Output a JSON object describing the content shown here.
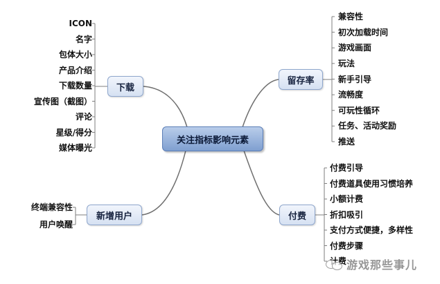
{
  "center": {
    "label": "关注指标影响元素"
  },
  "branches": {
    "download": {
      "label": "下载",
      "items": [
        "ICON",
        "名字",
        "包体大小",
        "产品介绍",
        "下载数量",
        "宣传图（截图）",
        "评论",
        "星级/得分",
        "媒体曝光"
      ]
    },
    "retention": {
      "label": "留存率",
      "items": [
        "兼容性",
        "初次加载时间",
        "游戏画面",
        "玩法",
        "新手引导",
        "流畅度",
        "可玩性循环",
        "任务、活动奖励",
        "推送"
      ]
    },
    "newusers": {
      "label": "新增用户",
      "items": [
        "终端兼容性",
        "用户唤醒"
      ]
    },
    "payment": {
      "label": "付费",
      "items": [
        "付费引导",
        "付费道具使用习惯培养",
        "小额计费",
        "折扣吸引",
        "支付方式便捷，多样性",
        "付费步骤",
        "计费"
      ]
    }
  },
  "watermark": {
    "icon": "wechat-icon",
    "text": "游戏那些事儿"
  },
  "colors": {
    "center_fill": "#9cb5e0",
    "branch_fill": "#e6edf8",
    "line": "#7d7d7d"
  }
}
